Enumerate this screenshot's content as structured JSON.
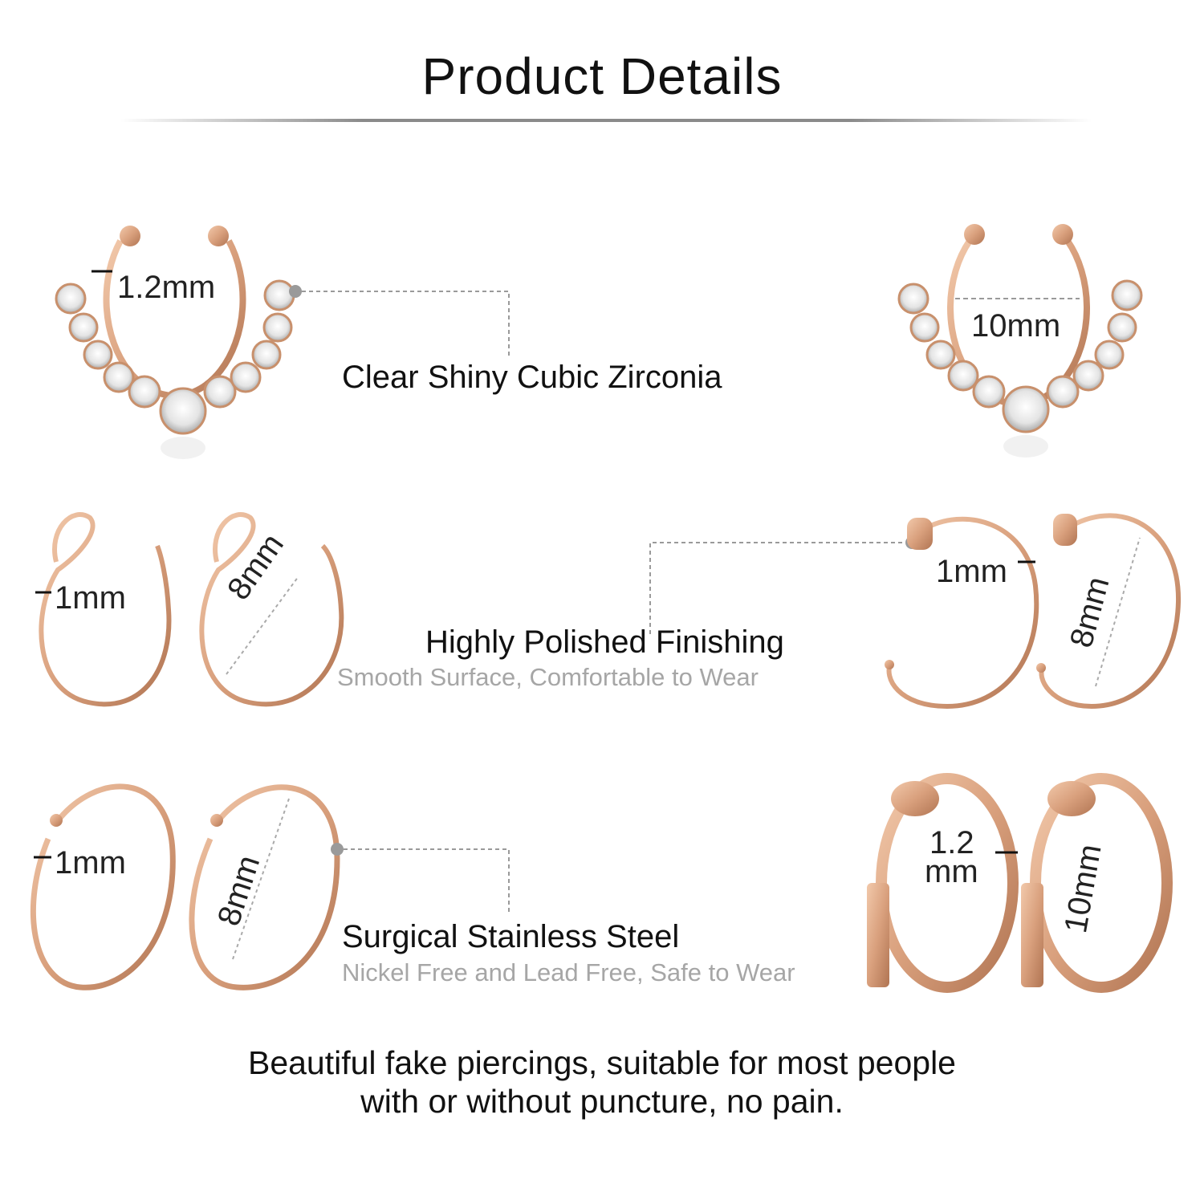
{
  "title": "Product Details",
  "features": [
    {
      "heading": "Clear Shiny Cubic Zirconia",
      "sub": ""
    },
    {
      "heading": "Highly Polished Finishing",
      "sub": "Smooth Surface,  Comfortable to Wear"
    },
    {
      "heading": "Surgical Stainless Steel",
      "sub": "Nickel Free and Lead Free, Safe to Wear"
    }
  ],
  "dimensions": {
    "septum_left_wire": "1.2mm",
    "septum_right_diameter": "10mm",
    "clip_left_wire": "1mm",
    "clip_left_diameter": "8mm",
    "hoop_right_wire": "1mm",
    "hoop_right_diameter": "8mm",
    "ring_left_wire": "1mm",
    "ring_left_diameter": "8mm",
    "spring_right_wire_top": "1.2",
    "spring_right_wire_bottom": "mm",
    "spring_right_diameter": "10mm"
  },
  "footer": {
    "line1": "Beautiful fake piercings, suitable for most people",
    "line2": "with or without puncture, no pain."
  },
  "colors": {
    "metal": "#d9a07d",
    "metal_dark": "#b07452",
    "leader": "#9a9a9a"
  }
}
